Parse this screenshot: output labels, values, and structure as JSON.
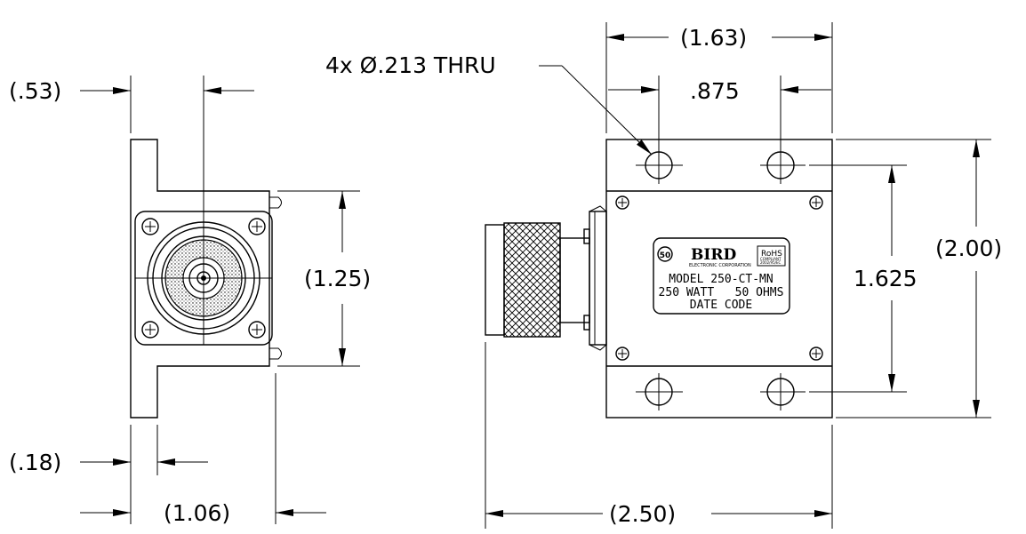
{
  "dimensions": {
    "d053": "(.53)",
    "d018": "(.18)",
    "d106": "(1.06)",
    "d125": "(1.25)",
    "d163": "(1.63)",
    "d0875": ".875",
    "d1625": "1.625",
    "d200": "(2.00)",
    "d250": "(2.50)"
  },
  "callout": "4x Ø.213 THRU",
  "label_plate": {
    "brand": "BIRD",
    "brand_sub": "ELECTRONIC CORPORATION",
    "rohs": "RoHS",
    "rohs_sub": "COMPLIANT",
    "rohs_code": "2002/95/EC",
    "badge": "50",
    "model": "MODEL 250-CT-MN",
    "rating": "250 WATT   50 OHMS",
    "date_code": "DATE CODE"
  }
}
